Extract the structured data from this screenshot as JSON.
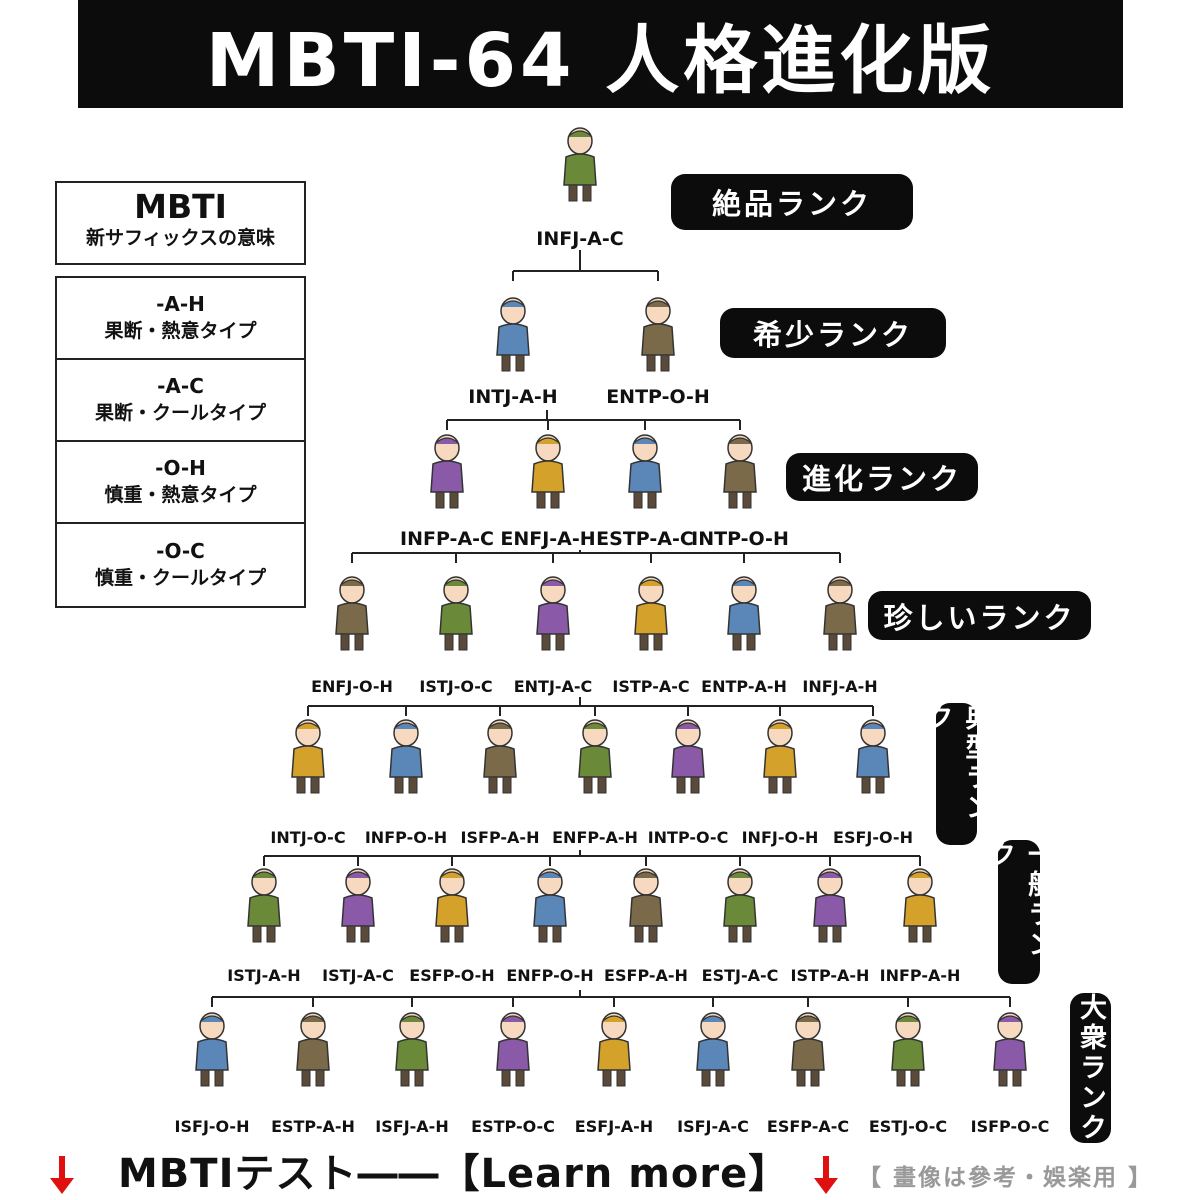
{
  "title": "MBTI-64 人格進化版",
  "legend": {
    "heading": "MBTI",
    "subheading": "新サフィックスの意味",
    "items": [
      {
        "code": "-A-H",
        "desc": "果断・熱意タイプ"
      },
      {
        "code": "-A-C",
        "desc": "果断・クールタイプ"
      },
      {
        "code": "-O-H",
        "desc": "慎重・熱意タイプ"
      },
      {
        "code": "-O-C",
        "desc": "慎重・クールタイプ"
      }
    ]
  },
  "ranks": [
    "絶品ランク",
    "希少ランク",
    "進化ランク",
    "珍しいランク",
    "典型ランク",
    "一般ランク",
    "大衆ランク"
  ],
  "tiers": [
    [
      "INFJ-A-C"
    ],
    [
      "INTJ-A-H",
      "ENTP-O-H"
    ],
    [
      "INFP-A-C",
      "ENFJ-A-H",
      "ESTP-A-C",
      "INTP-O-H"
    ],
    [
      "ENFJ-O-H",
      "ISTJ-O-C",
      "ENTJ-A-C",
      "ISTP-A-C",
      "ENTP-A-H",
      "INFJ-A-H"
    ],
    [
      "INTJ-O-C",
      "INFP-O-H",
      "ISFP-A-H",
      "ENFP-A-H",
      "INTP-O-C",
      "INFJ-O-H",
      "ESFJ-O-H"
    ],
    [
      "ISTJ-A-H",
      "ISTJ-A-C",
      "ESFP-O-H",
      "ENFP-O-H",
      "ESFP-A-H",
      "ESTJ-A-C",
      "ISTP-A-H",
      "INFP-A-H"
    ],
    [
      "ISFJ-O-H",
      "ESTP-A-H",
      "ISFJ-A-H",
      "ESTP-O-C",
      "ESFJ-A-H",
      "ISFJ-A-C",
      "ESFP-A-C",
      "ESTJ-O-C",
      "ISFP-O-C"
    ]
  ],
  "footer": {
    "cta": "MBTIテスト――【Learn more】",
    "note": "【 畫像は參考・娛楽用 】",
    "arrow_color": "#e01010"
  },
  "colors": {
    "title_bg": "#0c0c0c",
    "rank_bg": "#0c0c0c",
    "outfits": [
      "#6a8a3a",
      "#8a5aa8",
      "#d4a22a",
      "#5a86b8",
      "#7a6a4a"
    ]
  }
}
